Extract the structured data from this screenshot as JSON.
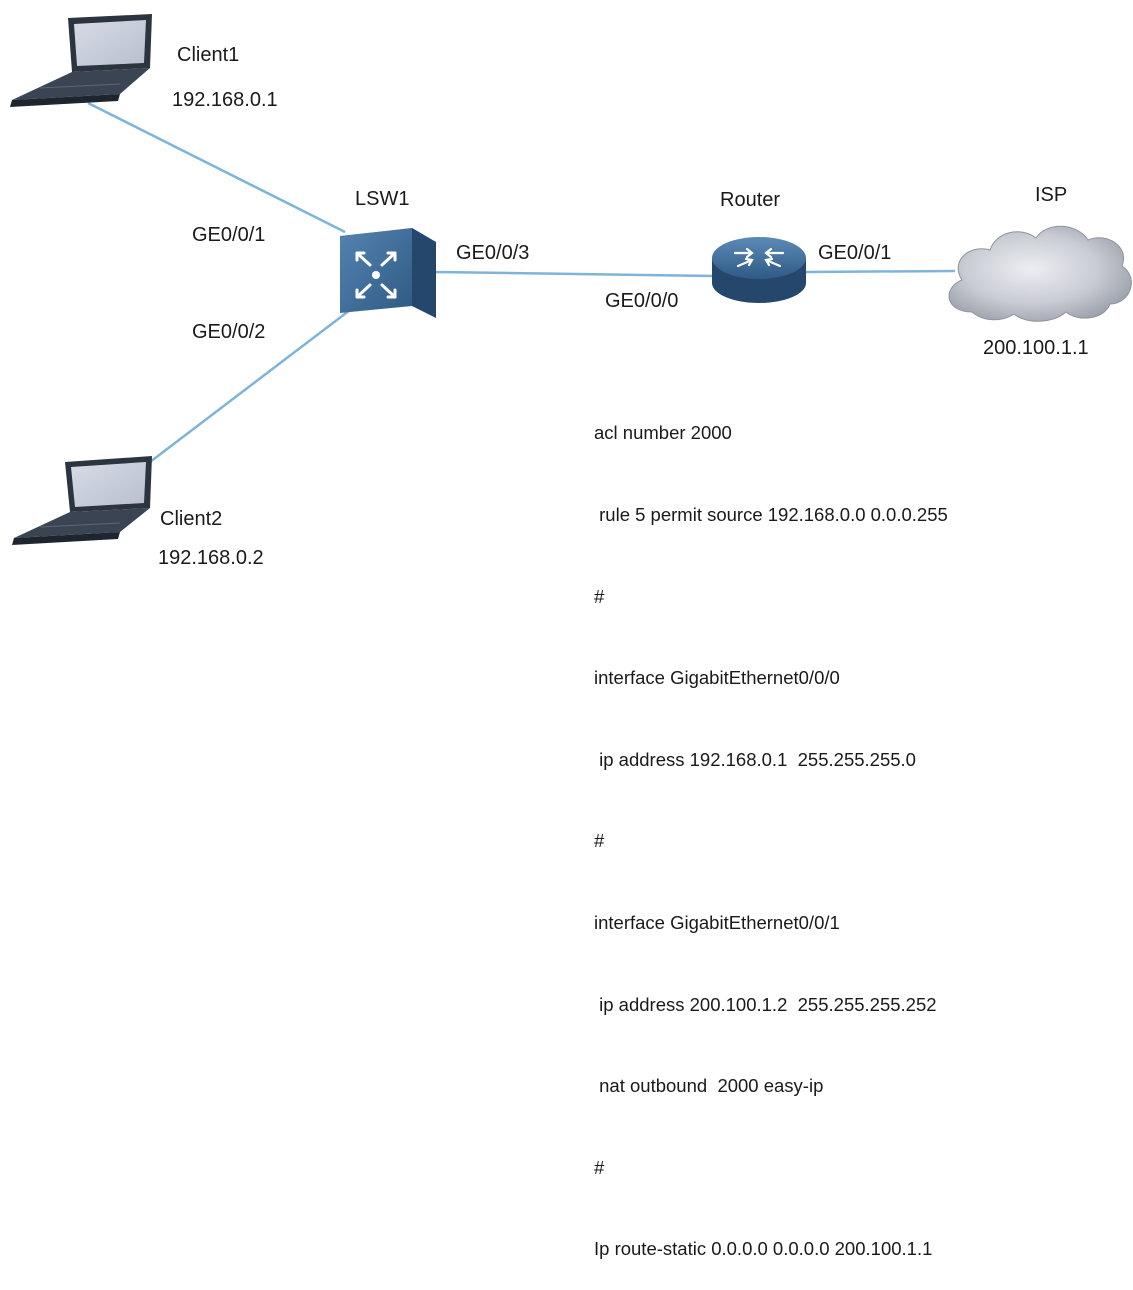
{
  "nodes": {
    "client1": {
      "name": "Client1",
      "ip": "192.168.0.1"
    },
    "client2": {
      "name": "Client2",
      "ip": "192.168.0.2"
    },
    "switch": {
      "name": "LSW1"
    },
    "router": {
      "name": "Router"
    },
    "isp": {
      "name": "ISP",
      "ip": "200.100.1.1"
    }
  },
  "ports": {
    "lsw1_ge1": "GE0/0/1",
    "lsw1_ge2": "GE0/0/2",
    "lsw1_ge3": "GE0/0/3",
    "router_ge0": "GE0/0/0",
    "router_ge1": "GE0/0/1"
  },
  "config_lines": [
    "acl number 2000",
    " rule 5 permit source 192.168.0.0 0.0.0.255",
    "#",
    "interface GigabitEthernet0/0/0",
    " ip address 192.168.0.1  255.255.255.0",
    "#",
    "interface GigabitEthernet0/0/1",
    " ip address 200.100.1.2  255.255.255.252",
    " nat outbound  2000 easy-ip",
    "#",
    "Ip route-static 0.0.0.0 0.0.0.0 200.100.1.1"
  ],
  "colors": {
    "link": "#7fb4d8",
    "device_blue": "#3f6e99",
    "cloud": "#c9ccd3"
  }
}
